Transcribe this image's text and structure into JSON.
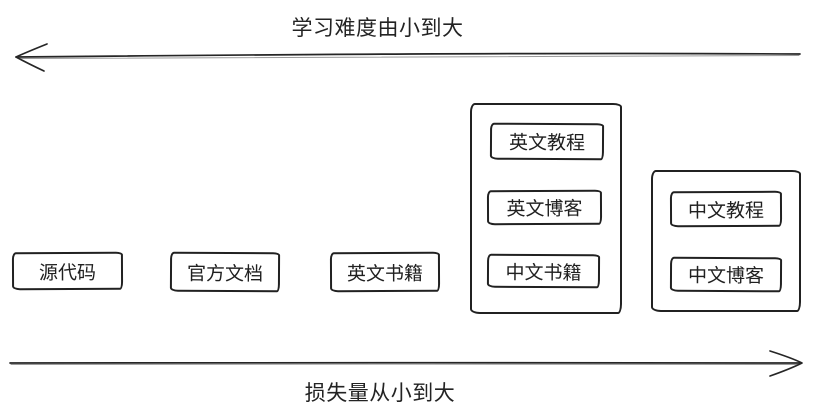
{
  "diagram": {
    "top_axis": {
      "label": "学习难度由小到大",
      "arrow_direction": "left"
    },
    "bottom_axis": {
      "label": "损失量从小到大",
      "arrow_direction": "right"
    },
    "nodes": [
      {
        "label": "源代码"
      },
      {
        "label": "官方文档"
      },
      {
        "label": "英文书籍"
      }
    ],
    "groups": [
      {
        "items": [
          {
            "label": "英文教程"
          },
          {
            "label": "英文博客"
          },
          {
            "label": "中文书籍"
          }
        ]
      },
      {
        "items": [
          {
            "label": "中文教程"
          },
          {
            "label": "中文博客"
          }
        ]
      }
    ],
    "colors": {
      "stroke": "#212121",
      "background": "#ffffff"
    }
  }
}
